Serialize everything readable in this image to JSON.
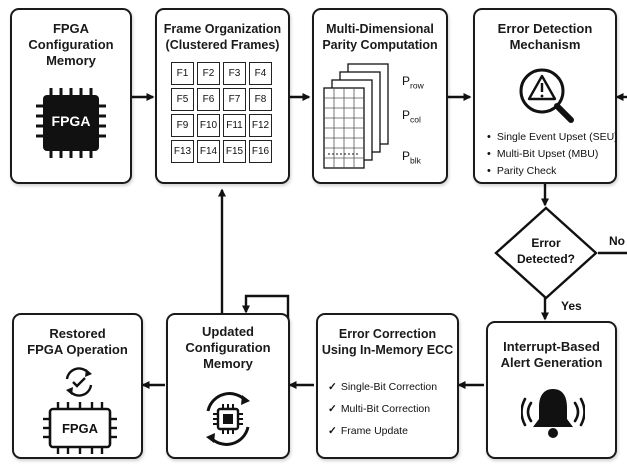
{
  "boxes": {
    "fpga_memory": {
      "title_line1": "FPGA",
      "title_line2": "Configuration",
      "title_line3": "Memory",
      "chip_label": "FPGA"
    },
    "frame_org": {
      "title_line1": "Frame Organization",
      "title_line2": "(Clustered Frames)",
      "frames": [
        "F1",
        "F2",
        "F3",
        "F4",
        "F5",
        "F6",
        "F7",
        "F8",
        "F9",
        "F10",
        "F11",
        "F12",
        "F13",
        "F14",
        "F15",
        "F16"
      ]
    },
    "parity": {
      "title_line1": "Multi-Dimensional",
      "title_line2": "Parity Computation",
      "p_row_base": "P",
      "p_row_sub": "row",
      "p_col_base": "P",
      "p_col_sub": "col",
      "p_blk_base": "P",
      "p_blk_sub": "blk"
    },
    "error_detect": {
      "title_line1": "Error Detection",
      "title_line2": "Mechanism",
      "items": [
        "Single Event Upset (SEU)",
        "Multi-Bit Upset (MBU)",
        "Parity Check"
      ]
    },
    "decision": {
      "line1": "Error",
      "line2": "Detected?",
      "no_label": "No",
      "yes_label": "Yes"
    },
    "interrupt": {
      "title_line1": "Interrupt-Based",
      "title_line2": "Alert Generation"
    },
    "correction": {
      "title_line1": "Error Correction",
      "title_line2": "Using In-Memory ECC",
      "check_mark": "✓",
      "items": [
        "Single-Bit Correction",
        "Multi-Bit Correction",
        "Frame Update"
      ]
    },
    "updated": {
      "title_line1": "Updated",
      "title_line2": "Configuration",
      "title_line3": "Memory"
    },
    "restored": {
      "title_line1": "Restored",
      "title_line2": "FPGA Operation",
      "chip_label": "FPGA"
    }
  }
}
